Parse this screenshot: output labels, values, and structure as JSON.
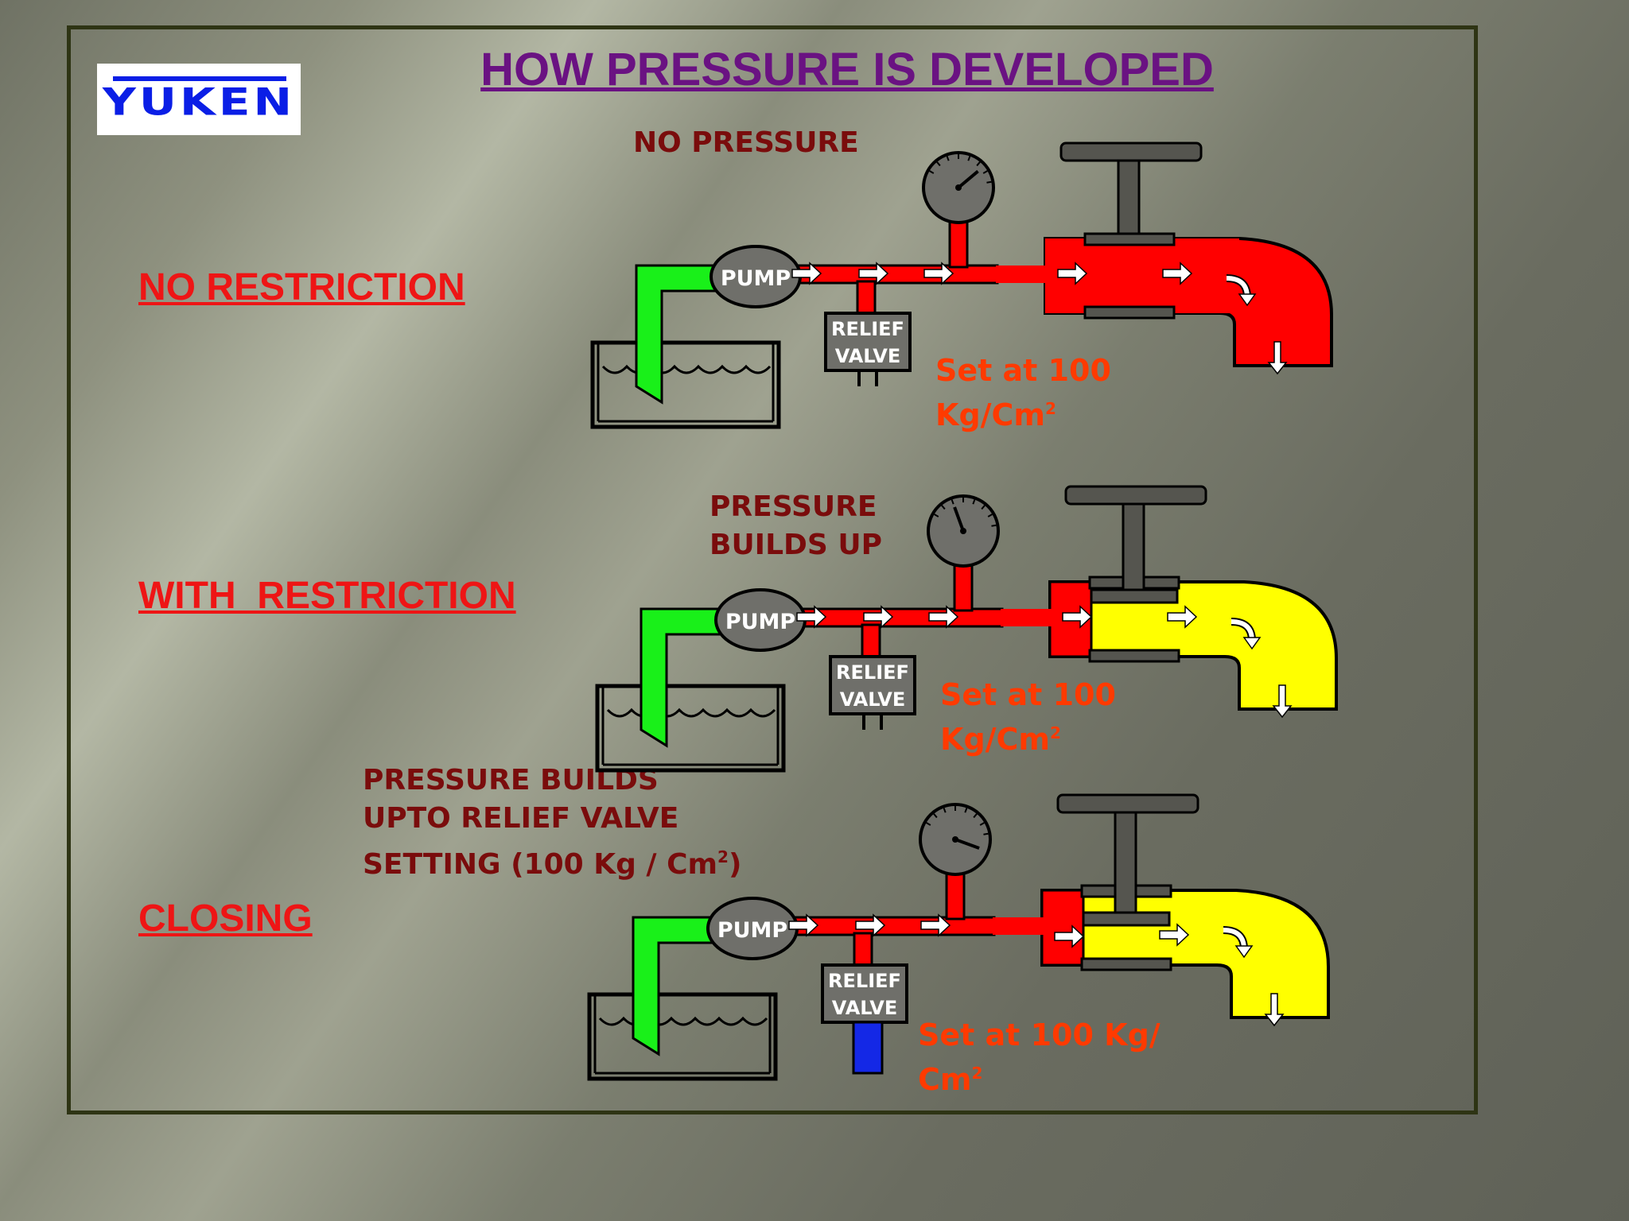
{
  "title": "HOW PRESSURE IS DEVELOPED",
  "logo": {
    "text": "YUKEN"
  },
  "rows": [
    {
      "label": "NO RESTRICTION",
      "caption": [
        "NO PRESSURE"
      ],
      "pump_label": "PUMP",
      "relief_label": [
        "RELIEF",
        "VALVE"
      ],
      "setting": [
        "Set at 100",
        "Kg/Cm",
        "2"
      ],
      "outlet_color": "#ff0000",
      "gauge_needle": "low",
      "relief_open": false
    },
    {
      "label": "WITH  RESTRICTION",
      "caption": [
        "PRESSURE",
        "BUILDS UP"
      ],
      "pump_label": "PUMP",
      "relief_label": [
        "RELIEF",
        "VALVE"
      ],
      "setting": [
        "Set at 100",
        "Kg/Cm",
        "2"
      ],
      "outlet_color": "#ffff00",
      "gauge_needle": "mid",
      "relief_open": false
    },
    {
      "label": "CLOSING",
      "caption": [
        "PRESSURE BUILDS",
        "UPTO RELIEF VALVE",
        "SETTING (100 Kg / Cm",
        "2",
        ")"
      ],
      "pump_label": "PUMP",
      "relief_label": [
        "RELIEF",
        "VALVE"
      ],
      "setting": [
        "Set at 100 Kg/",
        "Cm",
        "2"
      ],
      "outlet_color": "#ffff00",
      "gauge_needle": "high",
      "relief_open": true
    }
  ],
  "colors": {
    "suction_line": "#19f019",
    "pressure_line": "#ff0000",
    "relief_flow": "#1428e6",
    "valve_body": "#55554f",
    "component_fill": "#6f6f6a"
  }
}
